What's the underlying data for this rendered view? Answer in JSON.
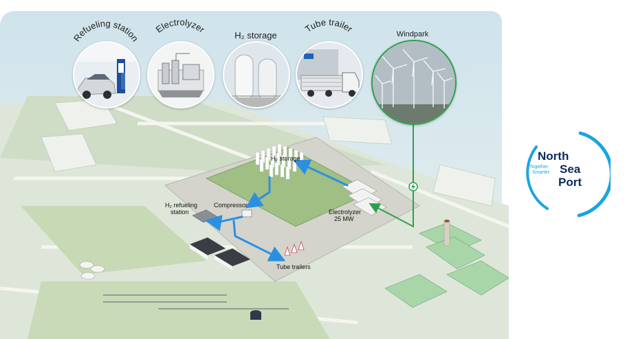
{
  "photo_titles": {
    "refueling": "Refueling station",
    "electrolyzer": "Electrolyzer",
    "storage": "H₂ storage",
    "trailer": "Tube trailer",
    "windpark": "Windpark"
  },
  "map_labels": {
    "h2_storage": "H₂ storage",
    "compressor": "Compressor",
    "refueling_line1": "H₂ refueling",
    "refueling_line2": "station",
    "electrolyzer_line1": "Electrolyzer",
    "electrolyzer_line2": "25 MW",
    "tube_trailers": "Tube trailers"
  },
  "logo": {
    "north": "North",
    "sea": "Sea",
    "port": "Port",
    "tagline_1": "Together.",
    "tagline_2": "Smarter."
  },
  "colors": {
    "flow_blue": "#2b8fe0",
    "power_green": "#2aa04a",
    "logo_navy": "#0b2a5c",
    "logo_cyan": "#1aa5e0"
  }
}
